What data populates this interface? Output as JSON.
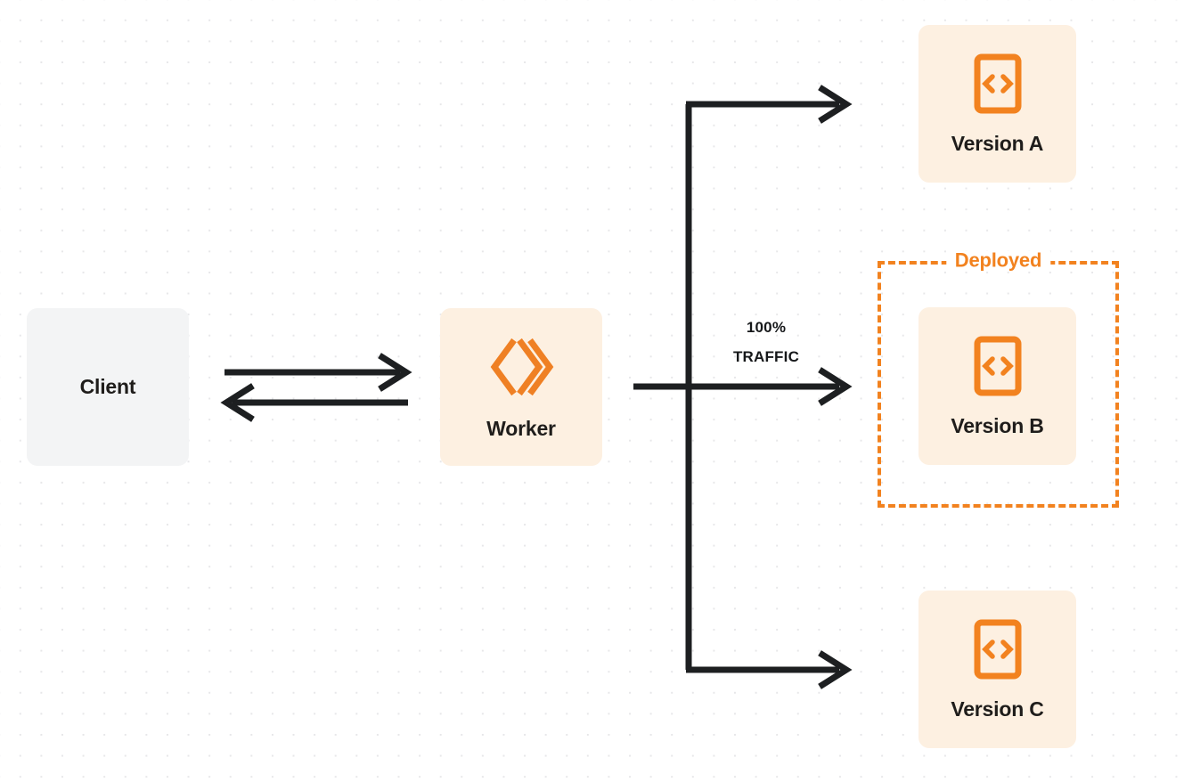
{
  "diagram": {
    "title": "Worker gradual deployment traffic split",
    "background": {
      "color": "#ffffff",
      "dot_color": "#e7e7e9",
      "pattern": "dot-grid"
    },
    "colors": {
      "orange": "#f2821f",
      "card_orange_bg": "#fdf0e1",
      "card_gray_bg": "#f3f4f5",
      "text_dark": "#1f1d1b",
      "connector": "#1d1f21"
    },
    "nodes": {
      "client": {
        "label": "Client",
        "bg": "#f3f4f5"
      },
      "worker": {
        "label": "Worker",
        "icon": "cloudflare-workers-logo",
        "bg": "#fdf0e1"
      },
      "version_a": {
        "label": "Version A",
        "icon": "code-file-icon",
        "bg": "#fdf0e1"
      },
      "version_b": {
        "label": "Version B",
        "icon": "code-file-icon",
        "bg": "#fdf0e1"
      },
      "version_c": {
        "label": "Version C",
        "icon": "code-file-icon",
        "bg": "#fdf0e1"
      }
    },
    "group": {
      "deployed": {
        "label": "Deployed",
        "border_color": "#f2821f",
        "border_style": "dashed",
        "contains": "Version B"
      }
    },
    "edges": {
      "client_to_worker": {
        "direction": "right",
        "label": ""
      },
      "worker_to_client": {
        "direction": "left",
        "label": ""
      },
      "worker_to_version_a": {
        "direction": "right",
        "label": ""
      },
      "worker_to_version_b": {
        "direction": "right",
        "label_line_1": "100%",
        "label_line_2": "TRAFFIC"
      },
      "worker_to_version_c": {
        "direction": "right",
        "label": ""
      }
    },
    "traffic": {
      "percent_line": "100%",
      "traffic_line": "TRAFFIC"
    }
  }
}
